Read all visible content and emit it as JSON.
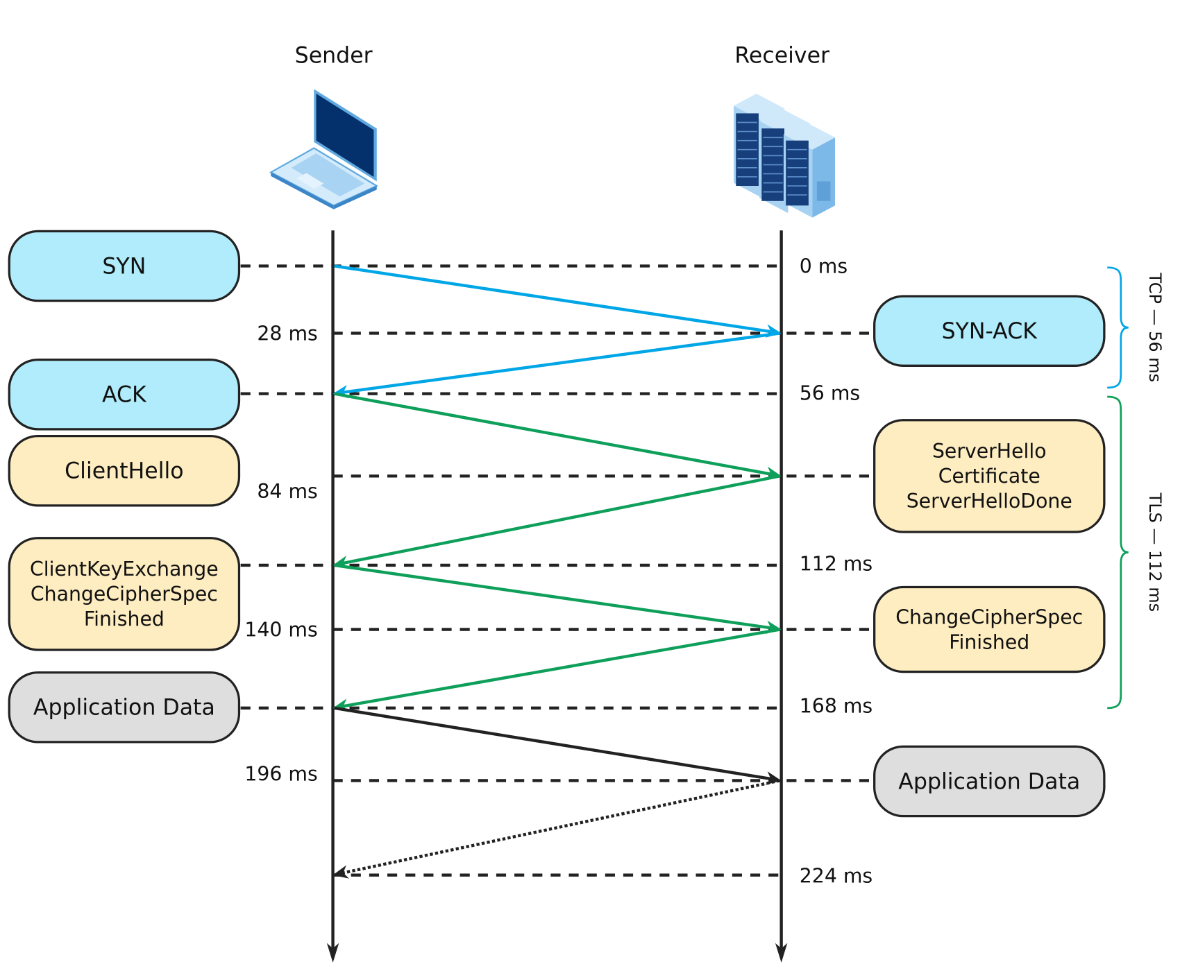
{
  "title": "TCP + TLS handshake sequence (RTT 56 ms)",
  "colors": {
    "tcp": "#00A6E6",
    "tls": "#0E9F5A",
    "data": "#222222",
    "tcp_box": "#B0ECFB",
    "tls_box": "#FEEDC1",
    "data_box": "#DEDEDE",
    "line": "#222222"
  },
  "actors": {
    "sender": {
      "label": "Sender",
      "icon": "laptop-icon"
    },
    "receiver": {
      "label": "Receiver",
      "icon": "server-rack-icon"
    }
  },
  "sender_boxes": [
    {
      "id": "syn",
      "lines": [
        "SYN"
      ],
      "kind": "tcp",
      "time_ms": 0
    },
    {
      "id": "ack",
      "lines": [
        "ACK"
      ],
      "kind": "tcp",
      "time_ms": 56
    },
    {
      "id": "clienthello",
      "lines": [
        "ClientHello"
      ],
      "kind": "tls",
      "time_ms": 56
    },
    {
      "id": "clientkeyexchange",
      "lines": [
        "ClientKeyExchange",
        "ChangeCipherSpec",
        "Finished"
      ],
      "kind": "tls",
      "time_ms": 112
    },
    {
      "id": "appdata-send",
      "lines": [
        "Application Data"
      ],
      "kind": "data",
      "time_ms": 168
    }
  ],
  "receiver_boxes": [
    {
      "id": "synack",
      "lines": [
        "SYN-ACK"
      ],
      "kind": "tcp",
      "time_ms": 28
    },
    {
      "id": "serverhello",
      "lines": [
        "ServerHello",
        "Certificate",
        "ServerHelloDone"
      ],
      "kind": "tls",
      "time_ms": 84
    },
    {
      "id": "changecipherspec",
      "lines": [
        "ChangeCipherSpec",
        "Finished"
      ],
      "kind": "tls",
      "time_ms": 140
    },
    {
      "id": "appdata-recv",
      "lines": [
        "Application Data"
      ],
      "kind": "data",
      "time_ms": 196
    }
  ],
  "time_labels": {
    "left": [
      "28 ms",
      "84 ms",
      "140 ms",
      "196 ms"
    ],
    "right": [
      "0 ms",
      "56 ms",
      "112 ms",
      "168 ms",
      "224 ms"
    ]
  },
  "messages": [
    {
      "from": "sender",
      "to": "receiver",
      "t0": 0,
      "t1": 28,
      "kind": "tcp",
      "style": "solid"
    },
    {
      "from": "receiver",
      "to": "sender",
      "t0": 28,
      "t1": 56,
      "kind": "tcp",
      "style": "solid"
    },
    {
      "from": "sender",
      "to": "receiver",
      "t0": 56,
      "t1": 84,
      "kind": "tls",
      "style": "solid"
    },
    {
      "from": "receiver",
      "to": "sender",
      "t0": 84,
      "t1": 112,
      "kind": "tls",
      "style": "solid"
    },
    {
      "from": "sender",
      "to": "receiver",
      "t0": 112,
      "t1": 140,
      "kind": "tls",
      "style": "solid"
    },
    {
      "from": "receiver",
      "to": "sender",
      "t0": 140,
      "t1": 168,
      "kind": "tls",
      "style": "solid"
    },
    {
      "from": "sender",
      "to": "receiver",
      "t0": 168,
      "t1": 196,
      "kind": "data",
      "style": "solid"
    },
    {
      "from": "receiver",
      "to": "sender",
      "t0": 196,
      "t1": 224,
      "kind": "data",
      "style": "dotted"
    }
  ],
  "braces": [
    {
      "label": "TCP — 56 ms",
      "kind": "tcp",
      "t0": 0,
      "t1": 56
    },
    {
      "label": "TLS — 112 ms",
      "kind": "tls",
      "t0": 56,
      "t1": 168
    }
  ]
}
